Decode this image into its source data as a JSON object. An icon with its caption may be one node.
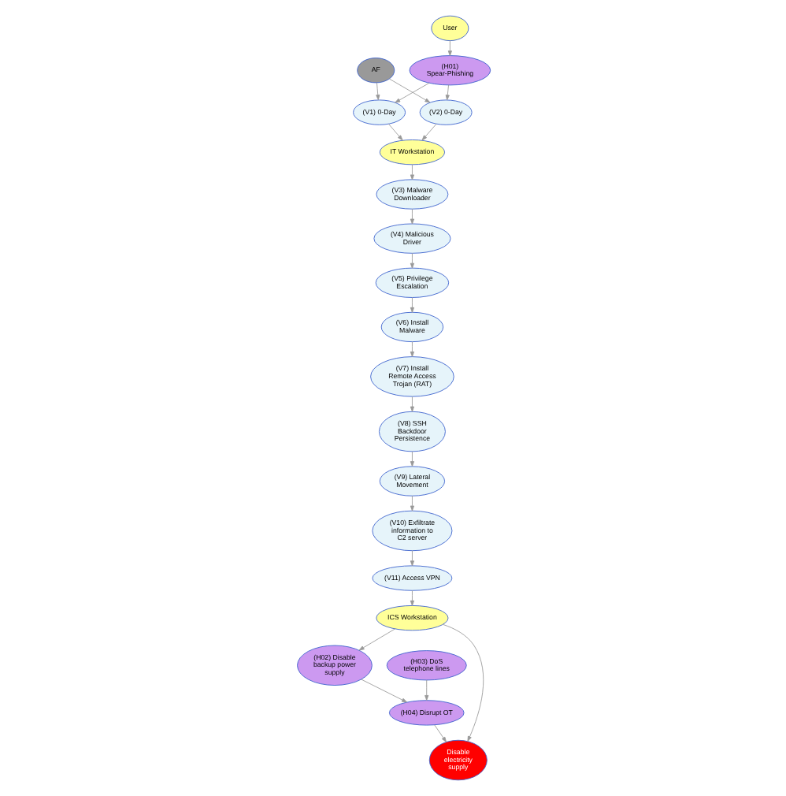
{
  "diagram": {
    "nodes": [
      {
        "text": [
          "AF"
        ]
      },
      {
        "text": [
          "(V1) 0-Day"
        ]
      },
      {
        "text": [
          "(V2) 0-Day"
        ]
      },
      {
        "text": [
          "User"
        ]
      },
      {
        "text": [
          "(H01) Spear-Phishing"
        ]
      },
      {
        "text": [
          "IT Workstation"
        ]
      },
      {
        "text": [
          "(V3) Malware Downloader"
        ]
      },
      {
        "text": [
          "(V4) Malicious Driver"
        ]
      },
      {
        "text": [
          "(V5) Privilege Escalation"
        ]
      },
      {
        "text": [
          "(V6) Install Malware"
        ]
      },
      {
        "text": [
          "(V7) Install Remote Access Trojan (RAT)"
        ]
      },
      {
        "text": [
          "(V8) SSH Backdoor Persistence"
        ]
      },
      {
        "text": [
          "(V9) Lateral Movement"
        ]
      },
      {
        "text": [
          "(V10) Exfiltrate information to C2 server"
        ]
      },
      {
        "text": [
          "(V11) Access VPN"
        ]
      },
      {
        "text": [
          "ICS Workstation"
        ]
      },
      {
        "text": [
          "(H02) Disable backup power supply"
        ]
      },
      {
        "text": [
          "(H03) DoS telephone lines"
        ]
      },
      {
        "text": [
          "(H04) Disrupt OT"
        ]
      },
      {
        "text": [
          "Disable electricity supply"
        ]
      }
    ],
    "edges": [
      {
        "from": 0,
        "to": 1,
        "arrow": "to"
      },
      {
        "from": 0,
        "to": 2,
        "arrow": "to"
      },
      {
        "from": 3,
        "to": 4,
        "arrow": "to"
      },
      {
        "from": 4,
        "to": 1,
        "arrow": "to"
      },
      {
        "from": 4,
        "to": 2,
        "arrow": "to"
      },
      {
        "from": 1,
        "to": 5,
        "arrow": "to"
      },
      {
        "from": 2,
        "to": 5,
        "arrow": "to"
      },
      {
        "from": 5,
        "to": 6,
        "arrow": "to"
      },
      {
        "from": 6,
        "to": 7,
        "arrow": "to"
      },
      {
        "from": 7,
        "to": 8,
        "arrow": "to"
      },
      {
        "from": 8,
        "to": 9,
        "arrow": "to"
      },
      {
        "from": 9,
        "to": 10,
        "arrow": "to"
      },
      {
        "from": 10,
        "to": 11,
        "arrow": "to"
      },
      {
        "from": 11,
        "to": 12,
        "arrow": "to"
      },
      {
        "from": 12,
        "to": 13,
        "arrow": "to"
      },
      {
        "from": 13,
        "to": 14,
        "arrow": "to"
      },
      {
        "from": 14,
        "to": 15,
        "arrow": "to"
      },
      {
        "from": 15,
        "to": 16,
        "arrow": "to"
      },
      {
        "from": 15,
        "to": 19,
        "arrow": "to"
      },
      {
        "from": 16,
        "to": 18,
        "arrow": "to"
      },
      {
        "from": 17,
        "to": 18,
        "arrow": "to"
      },
      {
        "from": 18,
        "to": 19,
        "arrow": "to"
      }
    ]
  }
}
